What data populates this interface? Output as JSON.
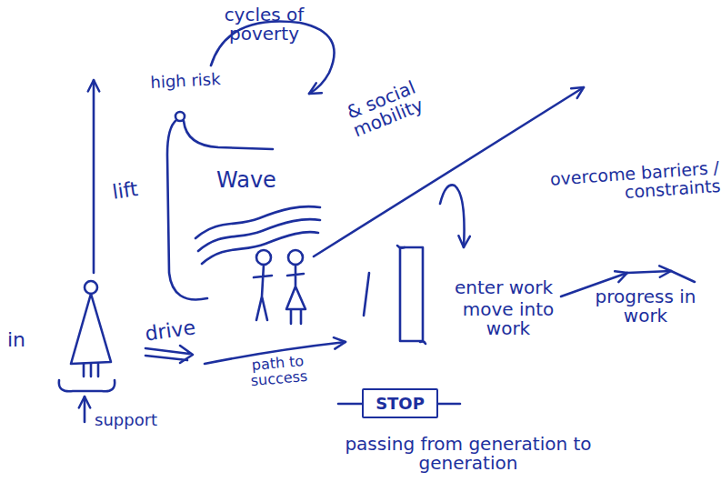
{
  "diagram": {
    "nodes": [
      {
        "text": [
          "STOP"
        ]
      }
    ],
    "labels": [
      "cycles of poverty",
      "high risk",
      "& social mobility",
      "lift",
      "Wave",
      "overcome barriers / constraints",
      "in",
      "drive",
      "path to success",
      "enter work",
      "move into work",
      "progress in work",
      "support",
      "passing from generation to generation"
    ]
  }
}
